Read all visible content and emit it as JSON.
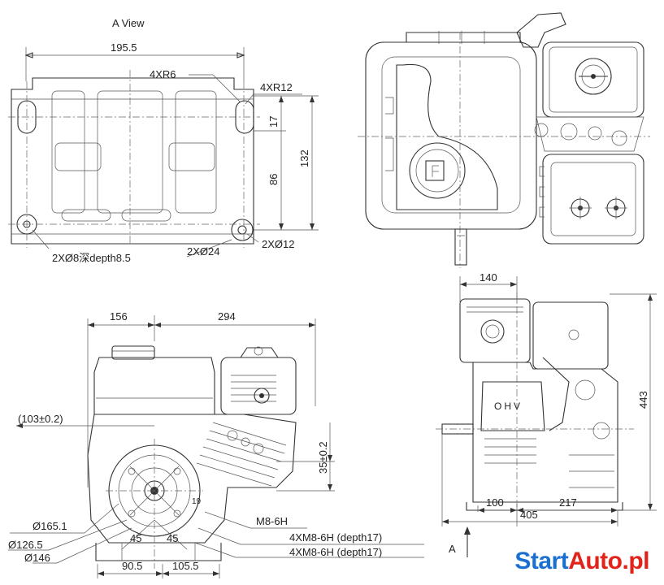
{
  "view_label": "A View",
  "arrow_label": "A",
  "top_left": {
    "width_195_5": "195.5",
    "radius_small": "4XR6",
    "radius_large": "4XR12",
    "d17": "17",
    "d86": "86",
    "d132": "132",
    "hole_8": "2XØ8深depth8.5",
    "hole_24": "2XØ24",
    "hole_12": "2XØ12"
  },
  "bottom_left": {
    "d156": "156",
    "d294": "294",
    "d103": "(103±0.2)",
    "d35": "35±0.2",
    "d165": "Ø165.1",
    "d126": "Ø126.5",
    "d146": "Ø146",
    "m8": "M8-6H",
    "m8_depth_a": "4XM8-6H (depth17)",
    "m8_depth_b": "4XM8-6H (depth17)",
    "d90": "90.5",
    "d105": "105.5",
    "a45a": "45",
    "a45b": "45",
    "d19": "19"
  },
  "bottom_right": {
    "d140": "140",
    "d443": "443",
    "d100": "100",
    "d217": "217",
    "d405": "405",
    "ohv": "OHV"
  },
  "brand": {
    "part1": "Start",
    "part2": "Auto.pl"
  }
}
